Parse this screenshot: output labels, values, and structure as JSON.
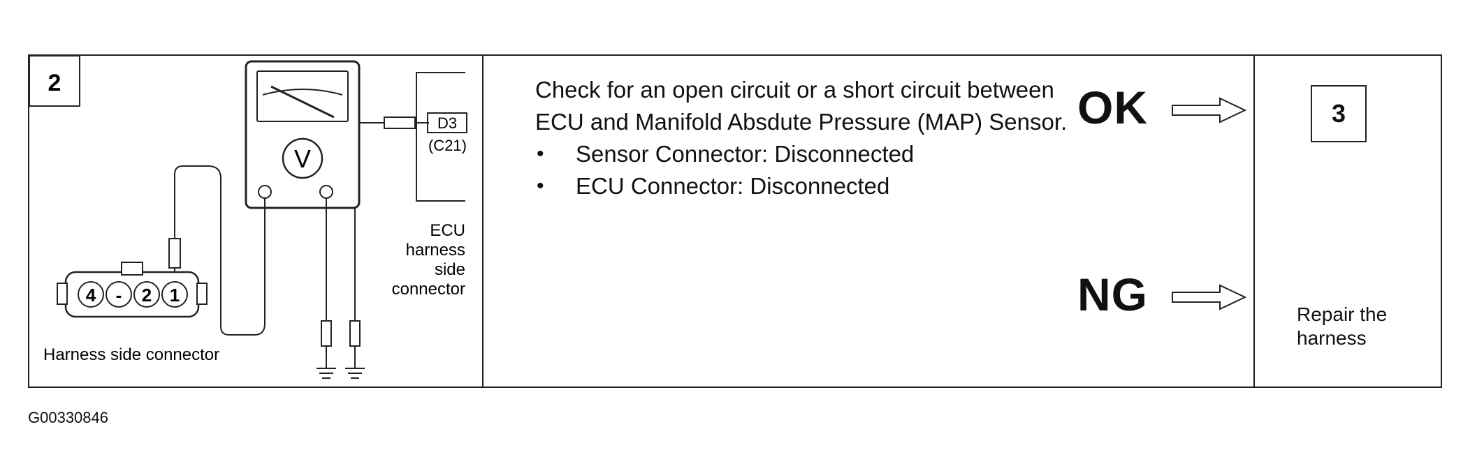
{
  "step": {
    "number": "2",
    "ecu_connector": {
      "pin": "D3",
      "code": "(C21)"
    },
    "ecu_label": [
      "ECU",
      "harness",
      "side",
      "connector"
    ],
    "meter_symbol": "V",
    "harness_pins": [
      "4",
      "-",
      "2",
      "1"
    ],
    "harness_label": "Harness side connector",
    "description": {
      "text": "Check for an open circuit or a short circuit between ECU and Manifold Absdute Pressure (MAP) Sensor.",
      "conditions": [
        "Sensor Connector: Disconnected",
        "ECU Connector: Disconnected"
      ]
    },
    "results": [
      {
        "label": "OK",
        "next": "3"
      },
      {
        "label": "NG",
        "next": "Repair the harness"
      }
    ]
  },
  "figure_id": "G00330846"
}
